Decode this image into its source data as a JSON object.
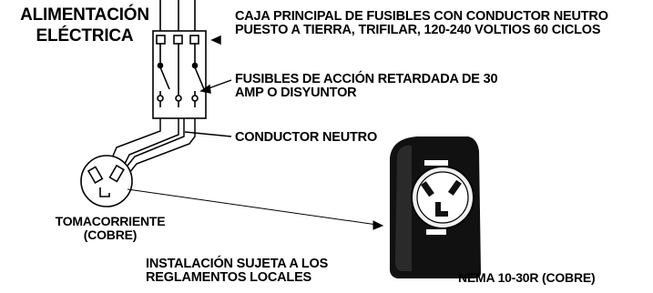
{
  "labels": {
    "power_line1": "ALIMENTACIÓN",
    "power_line2": "ELÉCTRICA",
    "fuse_box": "CAJA PRINCIPAL DE FUSIBLES CON CONDUCTOR NEUTRO PUESTO A TIERRA, TRIFILAR, 120-240 VOLTIOS 60 CICLOS",
    "fuses": "FUSIBLES DE ACCIÓN RETARDADA DE 30 AMP O DISYUNTOR",
    "neutral": "CONDUCTOR NEUTRO",
    "receptacle_line1": "TOMACORRIENTE",
    "receptacle_line2": "(COBRE)",
    "local_codes": "INSTALACIÓN SUJETA A LOS REGLAMENTOS LOCALES",
    "nema": "NEMA 10-30R (COBRE)"
  }
}
